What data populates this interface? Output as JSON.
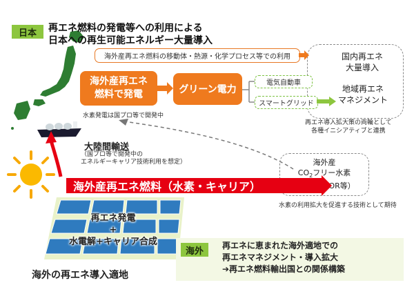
{
  "japan_tag": "日本",
  "japan_title_1": "再エネ燃料の発電等への利用による",
  "japan_title_2": "日本への再生可能エネルギー大量導入",
  "usage_box": "海外産再エネ燃料の移動体・熱源・化学プロセス等での利用",
  "power_gen_1": "海外産再エネ",
  "power_gen_2": "燃料で発電",
  "green_power": "グリーン電力",
  "ev_box": "電気自動車",
  "smartgrid_box": "スマートグリッド",
  "domestic_1": "国内再エネ",
  "domestic_2": "大量導入",
  "regional_1": "地域再エネ",
  "regional_2": "マネジメント",
  "hydrogen_note": "水素発電は国プロ等で開発中",
  "policy_note_1": "再エネ導入拡大策の両輪として",
  "policy_note_2": "各種イニシアティブと連携",
  "transport_title": "大陸間輸送",
  "transport_note_1": "（国プロ等で開発中の",
  "transport_note_2": "エネルギーキャリア技術利用を想定）",
  "overseas_origin": "海外産",
  "co2_prefix": "CO",
  "co2_sub": "2",
  "co2_suffix": "フリー水素",
  "ccs": "（CCS・EOR等）",
  "hydrogen_expect": "水素の利用拡大を促進する技術として期待",
  "red_band": "海外産再エネ燃料（水素・キャリア）",
  "renew_gen": "再エネ発電",
  "plus": "+",
  "electrolysis": "水電解+キャリア合成",
  "overseas_site": "海外の再エネ導入適地",
  "overseas_tag": "海外",
  "overseas_line_1": "再エネに恵まれた海外適地での",
  "overseas_line_2": "再エネマネジメント・導入拡大",
  "overseas_line_3": "➔再エネ燃料輸出国との関係構築",
  "colors": {
    "orange": "#ef7a1e",
    "green": "#8dc63f",
    "red": "#e60012",
    "light_green_bg": "#f3f8e4",
    "map_green": "#2e7d32"
  }
}
